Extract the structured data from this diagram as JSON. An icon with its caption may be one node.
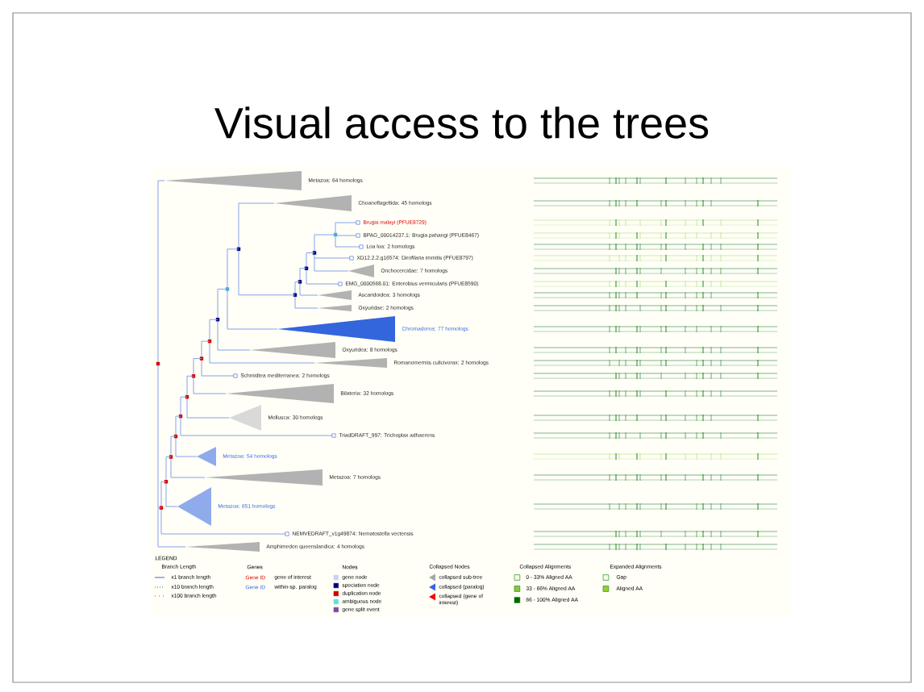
{
  "diagram": {
    "title": "Visual access to the trees",
    "labels": [
      "Metazoa: 64 homologs",
      "Choanoflagellida: 45 homologs",
      "Brugia malayi (PFUE8729)",
      "BPAG_00014237.1: Brugia pahangi (PFUE8467)",
      "Loa loa: 2 homologs",
      "XD12.2.2.g16574: Dirofilaria immitis (PFUE8797)",
      "Onchocercidae: 7 homologs",
      "EMG_0000568.01: Enterobius vermicularis (PFUE8590)",
      "Ascaridoidea: 3 homologs",
      "Oxyuridae: 2 homologs",
      "Chromadorea: 77 homologs",
      "Oxyuridea: 8 homologs",
      "Romanomermis culicivorax: 2 homologs",
      "Schmidtea mediterranea: 2 homologs",
      "Bilateria: 32 homologs",
      "Mollusca: 30 homologs",
      "TriadDRAFT_997: Trichoplax adhaerens",
      "Metazoa: 54 homologs",
      "Metazoa: 7 homologs",
      "Metazoa: 651 homologs",
      "NEMVEDRAFT_v1g49874: Nematostella vectensis",
      "Amphimedon queenslandica: 4 homologs",
      "LEGEND",
      "Branch Length",
      "Genes",
      "Nodes",
      "Collapsed Nodes",
      "Collapsed Alignments",
      "Expanded Alignments",
      "Gene ID",
      "Gene ID"
    ],
    "legend": [
      {
        "text": "x1 branch length"
      },
      {
        "text": "x10 branch length"
      },
      {
        "text": "x100 branch length"
      },
      {
        "text": "gene of interest"
      },
      {
        "text": "within-sp. paralog"
      },
      {
        "text": "gene node",
        "color": "#c8d0f4"
      },
      {
        "text": "speciation node",
        "color": "#000080"
      },
      {
        "text": "duplication node",
        "color": "#cc0000"
      },
      {
        "text": "ambiguous node",
        "color": "#66dddd"
      },
      {
        "text": "gene split event",
        "color": "#7a4aa0"
      },
      {
        "text": "collapsed sub-tree"
      },
      {
        "text": "collapsed (paralog)"
      },
      {
        "text": "collapsed (gene of interest)"
      },
      {
        "text": "0 - 33% Aligned AA",
        "color": "#f4fbe8"
      },
      {
        "text": "33 - 66% Aligned AA",
        "color": "#8cc63f"
      },
      {
        "text": "66 - 100% Aligned AA",
        "color": "#006600"
      },
      {
        "text": "Gap",
        "color": "#f4fbe8"
      },
      {
        "text": "Aligned AA",
        "color": "#9acd32"
      }
    ]
  }
}
